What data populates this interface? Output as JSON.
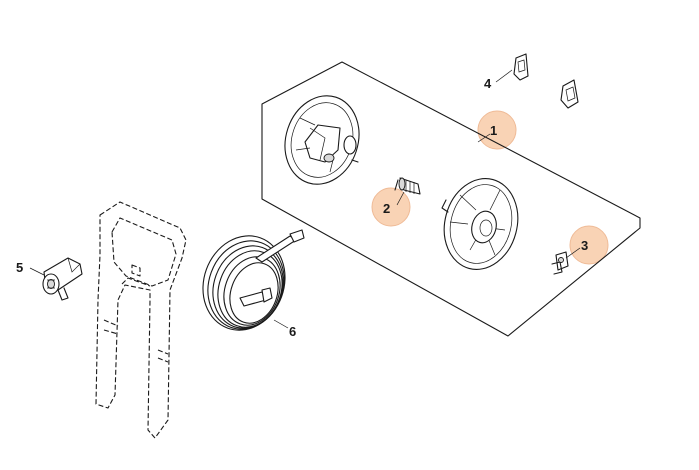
{
  "callouts": [
    {
      "id": "1",
      "label": "1",
      "highlighted": true
    },
    {
      "id": "2",
      "label": "2",
      "highlighted": true
    },
    {
      "id": "3",
      "label": "3",
      "highlighted": true
    },
    {
      "id": "4",
      "label": "4",
      "highlighted": false
    },
    {
      "id": "5",
      "label": "5",
      "highlighted": false
    },
    {
      "id": "6",
      "label": "6",
      "highlighted": false
    }
  ],
  "colors": {
    "highlight": "#f9cfae",
    "line": "#1a1a1a",
    "background": "#ffffff"
  }
}
